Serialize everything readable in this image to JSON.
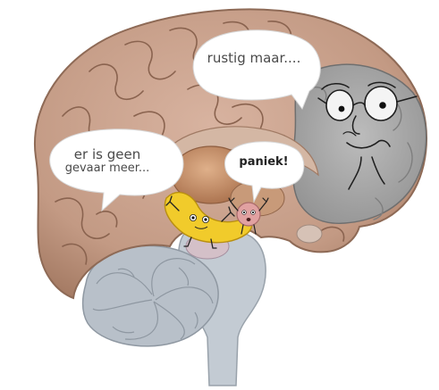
{
  "bubbles": {
    "prefrontal": "rustig maar....",
    "hippocampus_line1": "er is geen",
    "hippocampus_line2": "gevaar meer...",
    "amygdala": "paniek!"
  },
  "colors": {
    "cortex": "#c59a82",
    "cortex_dark": "#9f7560",
    "prefrontal_gray": "#a9a9a9",
    "cerebellum": "#b9c0c8",
    "brainstem": "#c2cad2",
    "thalamus": "#c99368",
    "hippocampus_yellow": "#f1cb2b",
    "amygdala_pink": "#e5a3a3"
  }
}
